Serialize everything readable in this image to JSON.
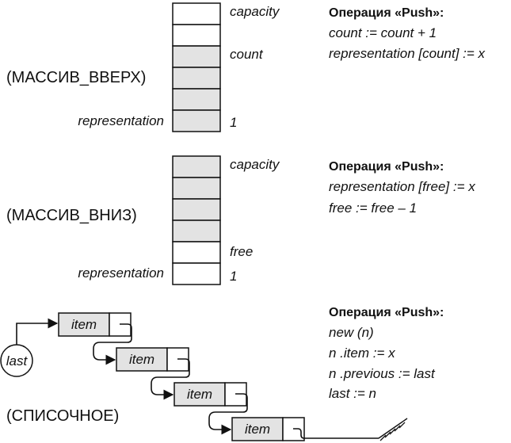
{
  "sections": {
    "up": {
      "label": "(МАССИВ_ВВЕРХ)",
      "capacity": "capacity",
      "count": "count",
      "representation": "representation",
      "one": "1",
      "op_title": "Операция «Push»:",
      "op_lines": [
        "count := count + 1",
        "representation   [count] := x"
      ]
    },
    "down": {
      "label": "(МАССИВ_ВНИЗ)",
      "capacity": "capacity",
      "free": "free",
      "representation": "representation",
      "one": "1",
      "op_title": "Операция «Push»:",
      "op_lines": [
        "representation   [free] := x",
        "free := free  –  1"
      ]
    },
    "list": {
      "label": "(СПИСОЧНОЕ)",
      "last": "last",
      "item": "item",
      "op_title": "Операция «Push»:",
      "op_lines": [
        "new (n)",
        "n .item := x",
        "n .previous  := last",
        "last := n"
      ]
    }
  },
  "colors": {
    "filled": "#e3e3e3",
    "empty": "#ffffff",
    "ink": "#111111"
  }
}
